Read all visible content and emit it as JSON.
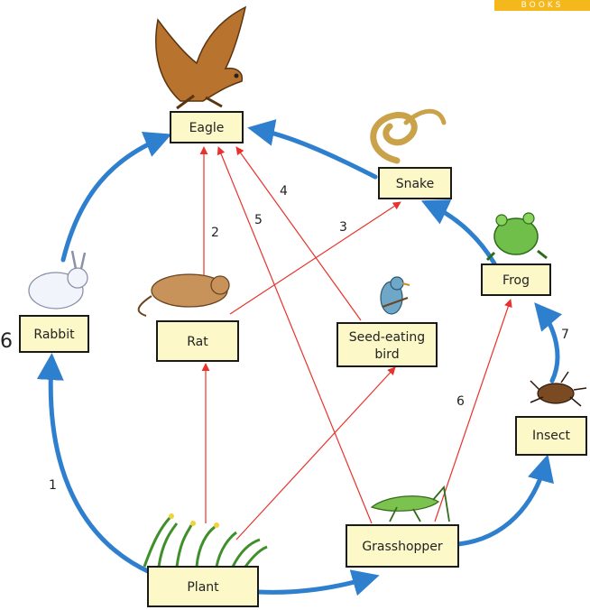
{
  "corner_tag": "BOOKS",
  "edge_fragment": "6",
  "nodes": {
    "eagle": "Eagle",
    "snake": "Snake",
    "frog": "Frog",
    "rabbit": "Rabbit",
    "rat": "Rat",
    "seed_bird_line1": "Seed-eating",
    "seed_bird_line2": "bird",
    "insect": "Insect",
    "plant": "Plant",
    "grasshopper": "Grasshopper"
  },
  "chain_numbers": [
    "1",
    "2",
    "3",
    "4",
    "5",
    "6",
    "7"
  ],
  "colors": {
    "main_arrow": "#2f7fcf",
    "cross_arrow": "#e8322c",
    "box_fill": "#fdf8c8",
    "box_stroke": "#1a1a1a"
  }
}
